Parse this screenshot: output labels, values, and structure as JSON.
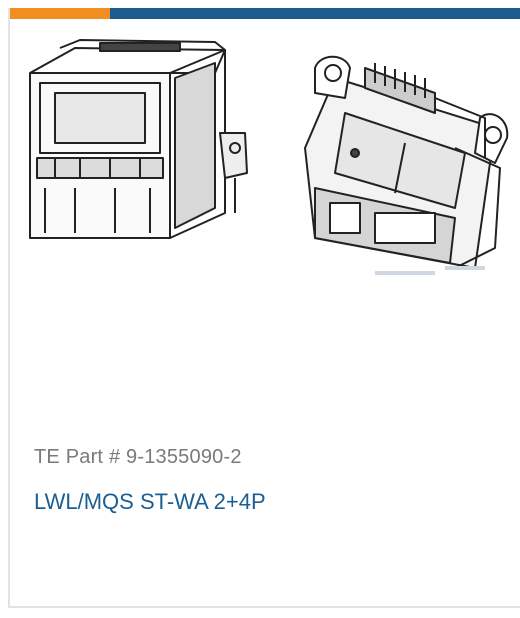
{
  "colors": {
    "accent_orange": "#f28d1f",
    "accent_blue": "#1b5b8e",
    "link": "#1a5f93",
    "muted_text": "#7a7a7a"
  },
  "product": {
    "part_number": "TE Part # 9-1355090-2",
    "name": "LWL/MQS ST-WA 2+4P",
    "image_icon": "connector-product-image"
  }
}
